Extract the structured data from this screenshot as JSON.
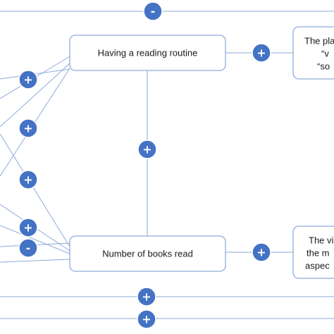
{
  "nodes": {
    "reading_routine": "Having a reading routine",
    "books_read": "Number of books read"
  },
  "outcomes": {
    "top": [
      "The pla",
      "“v",
      "“so"
    ],
    "bottom": [
      "The vi",
      "the m",
      "aspec"
    ]
  },
  "signs": {
    "top_bar": "-",
    "left_1": "+",
    "left_2": "+",
    "left_3": "+",
    "left_4": "+",
    "left_5": "-",
    "vertical_link": "+",
    "routine_to_outcome": "+",
    "books_to_outcome": "+",
    "bottom_bar_1": "+",
    "bottom_bar_2": "+"
  },
  "colors": {
    "sign_fill": "#4472c4",
    "line": "#8eaadb"
  }
}
